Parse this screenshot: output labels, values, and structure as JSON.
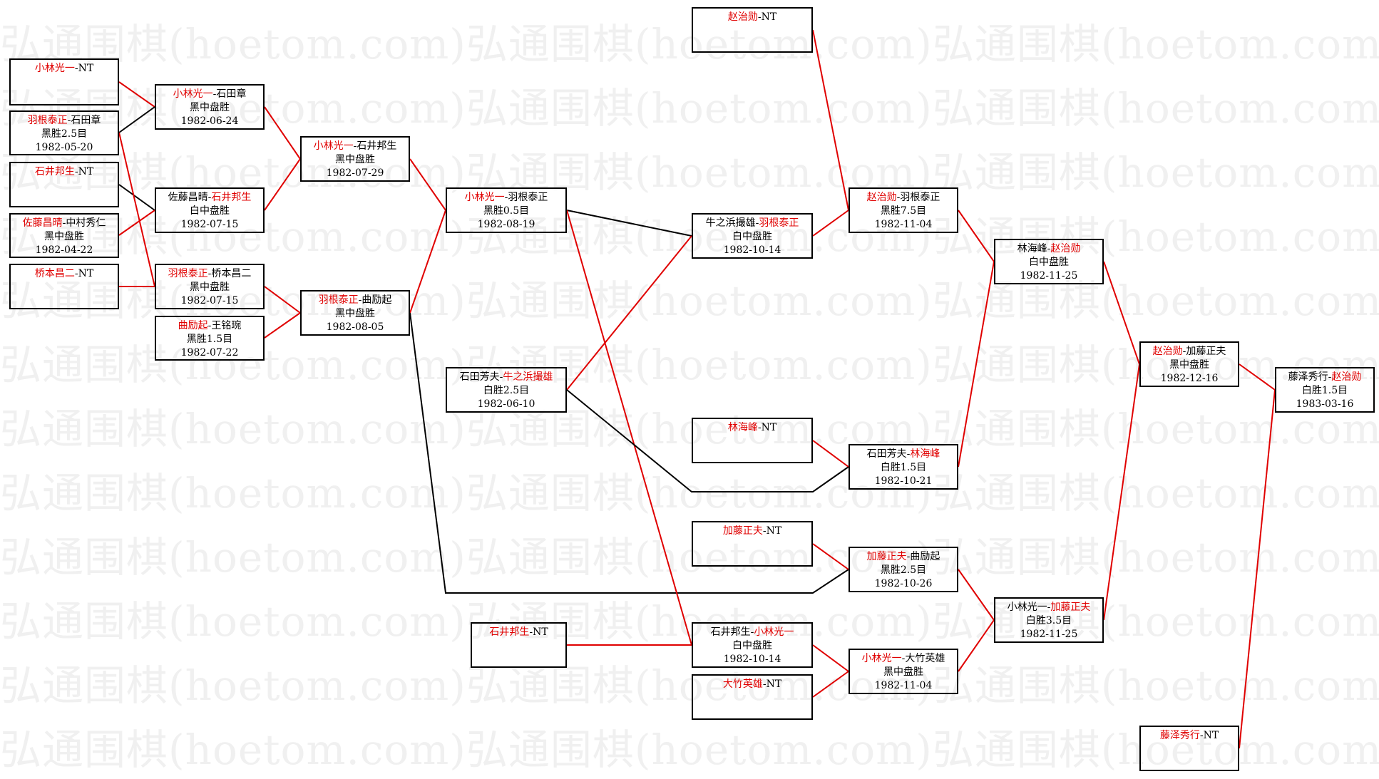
{
  "watermark": "弘通围棋(hoetom.com)",
  "colors": {
    "win_line": "#e00000",
    "loss_line": "#000000",
    "winner_name": "#e00000"
  },
  "nodes": [
    {
      "id": "n1",
      "p1": "小林光一",
      "sep": "-",
      "p2": "NT",
      "win": 1,
      "result": "",
      "date": ""
    },
    {
      "id": "n2",
      "p1": "羽根泰正",
      "sep": "-",
      "p2": "石田章",
      "win": 1,
      "result": "黑胜2.5目",
      "date": "1982-05-20"
    },
    {
      "id": "n3",
      "p1": "石井邦生",
      "sep": "-",
      "p2": "NT",
      "win": 1,
      "result": "",
      "date": ""
    },
    {
      "id": "n4",
      "p1": "佐藤昌晴",
      "sep": "-",
      "p2": "中村秀仁",
      "win": 1,
      "result": "黑中盘胜",
      "date": "1982-04-22"
    },
    {
      "id": "n5",
      "p1": "桥本昌二",
      "sep": "-",
      "p2": "NT",
      "win": 1,
      "result": "",
      "date": ""
    },
    {
      "id": "n6",
      "p1": "小林光一",
      "sep": "-",
      "p2": "石田章",
      "win": 1,
      "result": "黑中盘胜",
      "date": "1982-06-24"
    },
    {
      "id": "n7",
      "p1": "佐藤昌晴",
      "sep": "-",
      "p2": "石井邦生",
      "win": 2,
      "result": "白中盘胜",
      "date": "1982-07-15"
    },
    {
      "id": "n8",
      "p1": "羽根泰正",
      "sep": "-",
      "p2": "桥本昌二",
      "win": 1,
      "result": "黑中盘胜",
      "date": "1982-07-15"
    },
    {
      "id": "n9",
      "p1": "曲励起",
      "sep": "-",
      "p2": "王铭琬",
      "win": 1,
      "result": "黑胜1.5目",
      "date": "1982-07-22"
    },
    {
      "id": "n10",
      "p1": "小林光一",
      "sep": "-",
      "p2": "石井邦生",
      "win": 1,
      "result": "黑中盘胜",
      "date": "1982-07-29"
    },
    {
      "id": "n11",
      "p1": "羽根泰正",
      "sep": "-",
      "p2": "曲励起",
      "win": 1,
      "result": "黑中盘胜",
      "date": "1982-08-05"
    },
    {
      "id": "n12",
      "p1": "小林光一",
      "sep": "-",
      "p2": "羽根泰正",
      "win": 1,
      "result": "黑胜0.5目",
      "date": "1982-08-19"
    },
    {
      "id": "n13",
      "p1": "石田芳夫",
      "sep": "-",
      "p2": "牛之浜撮雄",
      "win": 2,
      "result": "白胜2.5目",
      "date": "1982-06-10"
    },
    {
      "id": "n14",
      "p1": "石井邦生",
      "sep": "-",
      "p2": "NT",
      "win": 1,
      "result": "",
      "date": ""
    },
    {
      "id": "n15",
      "p1": "赵治勋",
      "sep": "-",
      "p2": "NT",
      "win": 1,
      "result": "",
      "date": ""
    },
    {
      "id": "n16",
      "p1": "牛之浜撮雄",
      "sep": "-",
      "p2": "羽根泰正",
      "win": 2,
      "result": "白中盘胜",
      "date": "1982-10-14"
    },
    {
      "id": "n17",
      "p1": "林海峰",
      "sep": "-",
      "p2": "NT",
      "win": 1,
      "result": "",
      "date": ""
    },
    {
      "id": "n18",
      "p1": "加藤正夫",
      "sep": "-",
      "p2": "NT",
      "win": 1,
      "result": "",
      "date": ""
    },
    {
      "id": "n19",
      "p1": "石井邦生",
      "sep": "-",
      "p2": "小林光一",
      "win": 2,
      "result": "白中盘胜",
      "date": "1982-10-14"
    },
    {
      "id": "n20",
      "p1": "大竹英雄",
      "sep": "-",
      "p2": "NT",
      "win": 1,
      "result": "",
      "date": ""
    },
    {
      "id": "n21",
      "p1": "赵治勋",
      "sep": "-",
      "p2": "羽根泰正",
      "win": 1,
      "result": "黑胜7.5目",
      "date": "1982-11-04"
    },
    {
      "id": "n22",
      "p1": "石田芳夫",
      "sep": "-",
      "p2": "林海峰",
      "win": 2,
      "result": "白胜1.5目",
      "date": "1982-10-21"
    },
    {
      "id": "n23",
      "p1": "加藤正夫",
      "sep": "-",
      "p2": "曲励起",
      "win": 1,
      "result": "黑胜2.5目",
      "date": "1982-10-26"
    },
    {
      "id": "n24",
      "p1": "小林光一",
      "sep": "-",
      "p2": "大竹英雄",
      "win": 1,
      "result": "黑中盘胜",
      "date": "1982-11-04"
    },
    {
      "id": "n25",
      "p1": "林海峰",
      "sep": "-",
      "p2": "赵治勋",
      "win": 2,
      "result": "白中盘胜",
      "date": "1982-11-25"
    },
    {
      "id": "n26",
      "p1": "小林光一",
      "sep": "-",
      "p2": "加藤正夫",
      "win": 2,
      "result": "白胜3.5目",
      "date": "1982-11-25"
    },
    {
      "id": "n27",
      "p1": "赵治勋",
      "sep": "-",
      "p2": "加藤正夫",
      "win": 1,
      "result": "黑中盘胜",
      "date": "1982-12-16"
    },
    {
      "id": "n28",
      "p1": "藤泽秀行",
      "sep": "-",
      "p2": "NT",
      "win": 1,
      "result": "",
      "date": ""
    },
    {
      "id": "n29",
      "p1": "藤泽秀行",
      "sep": "-",
      "p2": "赵治勋",
      "win": 2,
      "result": "白胜1.5目",
      "date": "1983-03-16"
    }
  ]
}
